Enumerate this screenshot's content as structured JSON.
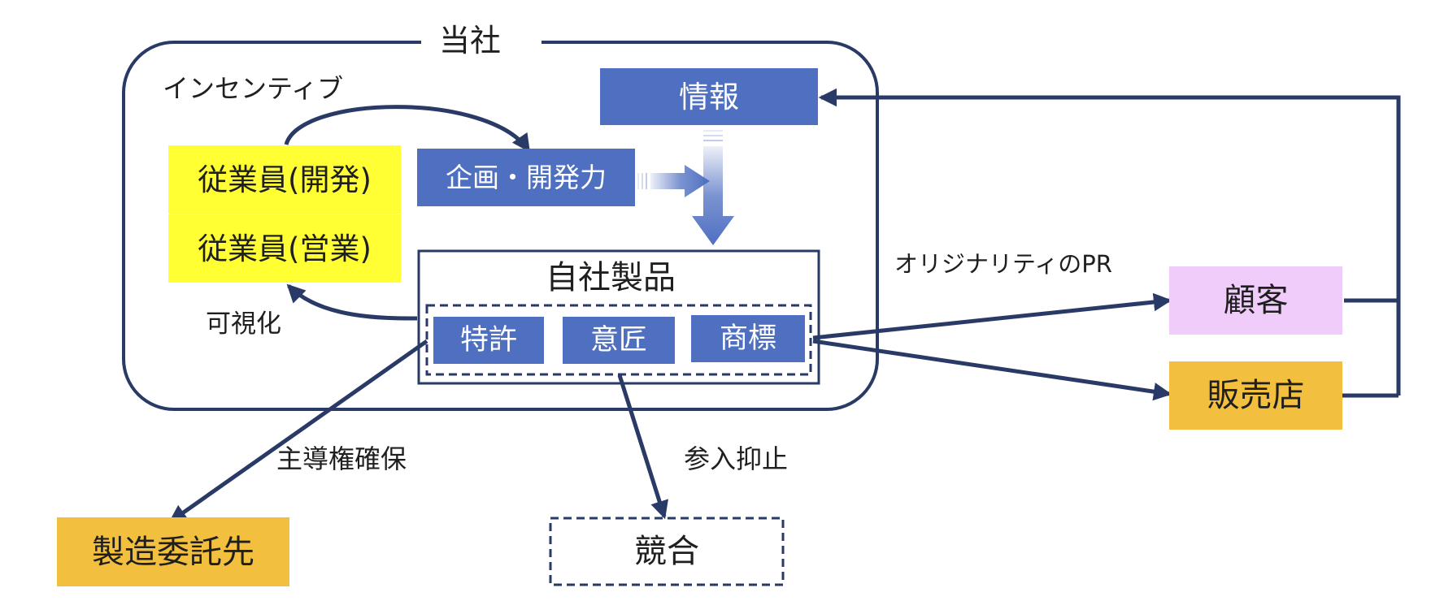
{
  "company": {
    "title": "当社"
  },
  "incentive_label": "インセンティブ",
  "visualize_label": "可視化",
  "employees": {
    "dev": "従業員(開発)",
    "sales": "従業員(営業)"
  },
  "planning_box": "企画・開発力",
  "info_box": "情報",
  "product": {
    "title": "自社製品",
    "ip_items": [
      "特許",
      "意匠",
      "商標"
    ]
  },
  "pr_label": "オリジナリティのPR",
  "customer": "顧客",
  "retailer": "販売店",
  "leadership_label": "主導権確保",
  "deterrence_label": "参入抑止",
  "contractor": "製造委託先",
  "competitor": "競合",
  "colors": {
    "blue_box": "#4f6fc1",
    "navy_line": "#2a3a66",
    "yellow": "#ffff33",
    "gold": "#f2bf3f",
    "pink": "#f0ccfb"
  }
}
